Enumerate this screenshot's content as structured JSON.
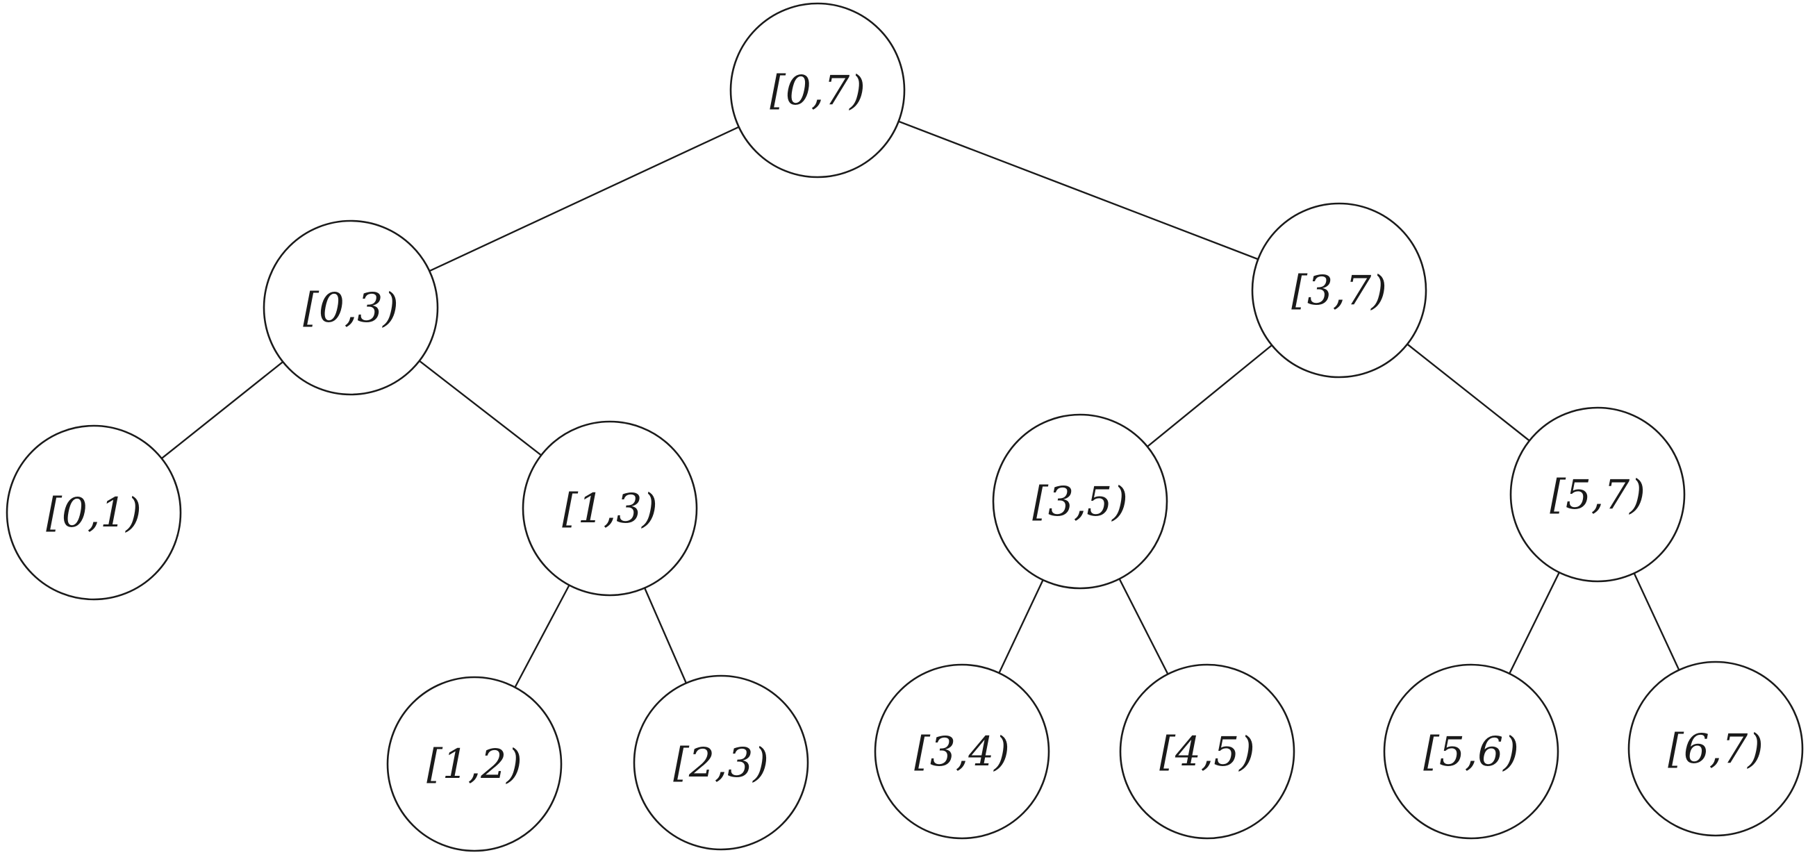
{
  "diagram": {
    "type": "segment-tree",
    "nodes": [
      {
        "id": "n0",
        "label": "[0,7)"
      },
      {
        "id": "n1",
        "label": "[0,3)"
      },
      {
        "id": "n2",
        "label": "[3,7)"
      },
      {
        "id": "n3",
        "label": "[0,1)"
      },
      {
        "id": "n4",
        "label": "[1,3)"
      },
      {
        "id": "n5",
        "label": "[3,5)"
      },
      {
        "id": "n6",
        "label": "[5,7)"
      },
      {
        "id": "n7",
        "label": "[1,2)"
      },
      {
        "id": "n8",
        "label": "[2,3)"
      },
      {
        "id": "n9",
        "label": "[3,4)"
      },
      {
        "id": "n10",
        "label": "[4,5)"
      },
      {
        "id": "n11",
        "label": "[5,6)"
      },
      {
        "id": "n12",
        "label": "[6,7)"
      }
    ],
    "edges": [
      {
        "from": "n0",
        "to": "n1"
      },
      {
        "from": "n0",
        "to": "n2"
      },
      {
        "from": "n1",
        "to": "n3"
      },
      {
        "from": "n1",
        "to": "n4"
      },
      {
        "from": "n2",
        "to": "n5"
      },
      {
        "from": "n2",
        "to": "n6"
      },
      {
        "from": "n4",
        "to": "n7"
      },
      {
        "from": "n4",
        "to": "n8"
      },
      {
        "from": "n5",
        "to": "n9"
      },
      {
        "from": "n5",
        "to": "n10"
      },
      {
        "from": "n6",
        "to": "n11"
      },
      {
        "from": "n6",
        "to": "n12"
      }
    ]
  }
}
